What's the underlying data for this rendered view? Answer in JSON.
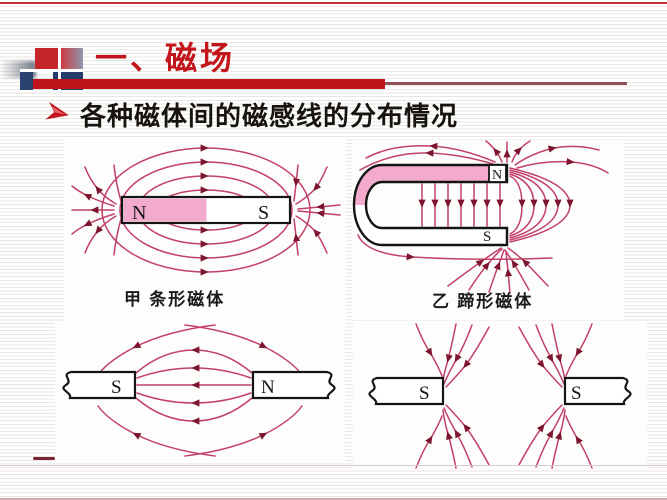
{
  "slide": {
    "title": "一、磁场",
    "bullet_text": "各种磁体间的磁感线的分布情况"
  },
  "icons": {
    "bullet_arrow": "arrowhead-right",
    "logo": "overlapping-squares-logo"
  },
  "diagrams": {
    "bar_magnet": {
      "caption": "甲 条形磁体",
      "pole_left": "N",
      "pole_right": "S"
    },
    "horseshoe_magnet": {
      "caption": "乙 蹄形磁体",
      "pole_top": "N",
      "pole_bottom": "S"
    },
    "attracting_poles": {
      "pole_left": "S",
      "pole_right": "N"
    },
    "repelling_poles": {
      "pole_left": "S",
      "pole_right": "S"
    }
  },
  "colors": {
    "title_red": "#c2151c",
    "rule_red": "#bf141b",
    "rule_maroon": "#8e5056",
    "field_line_rose": "#c2406b",
    "arrowhead_maroon": "#7d1430",
    "magnet_pink": "#f2abcd",
    "logo_navy": "#243c6b",
    "logo_red": "#c5242b"
  }
}
